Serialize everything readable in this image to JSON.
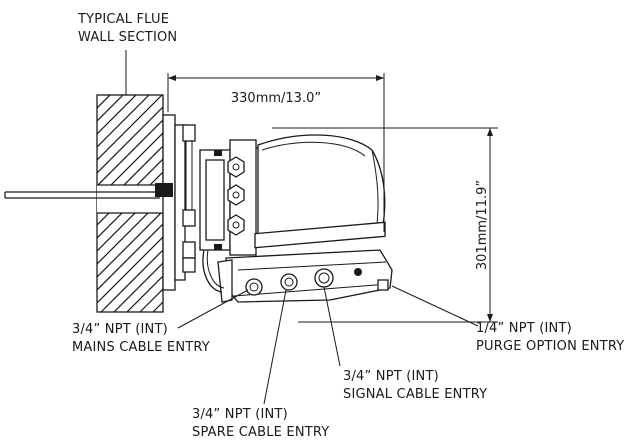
{
  "labels": {
    "wall_line1": "TYPICAL FLUE",
    "wall_line2": "WALL SECTION",
    "width_dim": "330mm/13.0”",
    "height_dim": "301mm/11.9”",
    "mains_line1": "3/4” NPT (INT)",
    "mains_line2": "MAINS CABLE ENTRY",
    "spare_line1": "3/4” NPT (INT)",
    "spare_line2": "SPARE CABLE ENTRY",
    "signal_line1": "3/4” NPT (INT)",
    "signal_line2": "SIGNAL CABLE ENTRY",
    "purge_line1": "1/4” NPT (INT)",
    "purge_line2": "PURGE OPTION ENTRY"
  }
}
